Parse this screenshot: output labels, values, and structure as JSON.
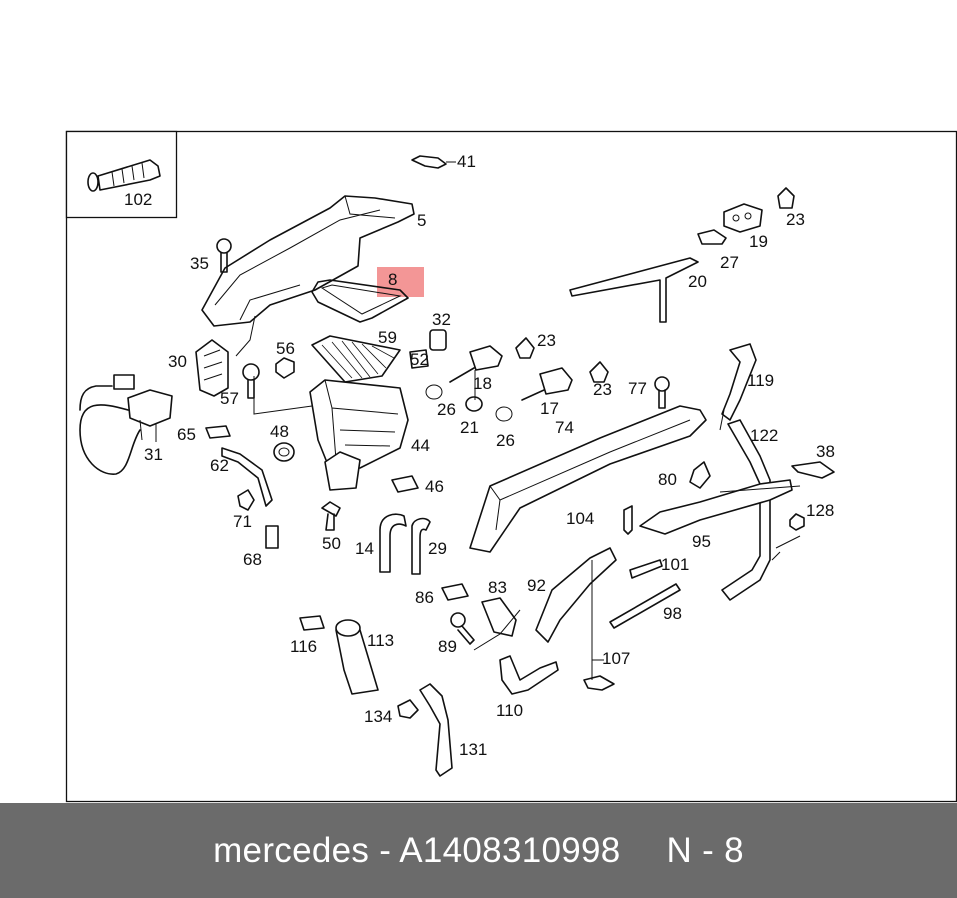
{
  "inset_label": "102",
  "highlight_label": "8",
  "labels": [
    {
      "id": "41",
      "text": "41"
    },
    {
      "id": "5",
      "text": "5"
    },
    {
      "id": "35",
      "text": "35"
    },
    {
      "id": "8",
      "text": "8"
    },
    {
      "id": "32",
      "text": "32"
    },
    {
      "id": "59",
      "text": "59"
    },
    {
      "id": "52",
      "text": "52"
    },
    {
      "id": "23a",
      "text": "23"
    },
    {
      "id": "19",
      "text": "19"
    },
    {
      "id": "27",
      "text": "27"
    },
    {
      "id": "20",
      "text": "20"
    },
    {
      "id": "30",
      "text": "30"
    },
    {
      "id": "56",
      "text": "56"
    },
    {
      "id": "57",
      "text": "57"
    },
    {
      "id": "18",
      "text": "18"
    },
    {
      "id": "23b",
      "text": "23"
    },
    {
      "id": "23c",
      "text": "23"
    },
    {
      "id": "77",
      "text": "77"
    },
    {
      "id": "119",
      "text": "119"
    },
    {
      "id": "26a",
      "text": "26"
    },
    {
      "id": "21",
      "text": "21"
    },
    {
      "id": "17",
      "text": "17"
    },
    {
      "id": "26b",
      "text": "26"
    },
    {
      "id": "74",
      "text": "74"
    },
    {
      "id": "122",
      "text": "122"
    },
    {
      "id": "31",
      "text": "31"
    },
    {
      "id": "65",
      "text": "65"
    },
    {
      "id": "48",
      "text": "48"
    },
    {
      "id": "44",
      "text": "44"
    },
    {
      "id": "38",
      "text": "38"
    },
    {
      "id": "62",
      "text": "62"
    },
    {
      "id": "46",
      "text": "46"
    },
    {
      "id": "80",
      "text": "80"
    },
    {
      "id": "128",
      "text": "128"
    },
    {
      "id": "104",
      "text": "104"
    },
    {
      "id": "71",
      "text": "71"
    },
    {
      "id": "50",
      "text": "50"
    },
    {
      "id": "14",
      "text": "14"
    },
    {
      "id": "29",
      "text": "29"
    },
    {
      "id": "95",
      "text": "95"
    },
    {
      "id": "68",
      "text": "68"
    },
    {
      "id": "101",
      "text": "101"
    },
    {
      "id": "86",
      "text": "86"
    },
    {
      "id": "83",
      "text": "83"
    },
    {
      "id": "92",
      "text": "92"
    },
    {
      "id": "98",
      "text": "98"
    },
    {
      "id": "116",
      "text": "116"
    },
    {
      "id": "113",
      "text": "113"
    },
    {
      "id": "89",
      "text": "89"
    },
    {
      "id": "107",
      "text": "107"
    },
    {
      "id": "110",
      "text": "110"
    },
    {
      "id": "134",
      "text": "134"
    },
    {
      "id": "131",
      "text": "131"
    }
  ],
  "footer": {
    "brand_part": "mercedes - A1408310998",
    "ref": "N - 8"
  },
  "colors": {
    "highlight": "#f28b8b",
    "footer_bg": "#6b6b6b",
    "footer_text": "#ffffff",
    "line": "#111111"
  }
}
